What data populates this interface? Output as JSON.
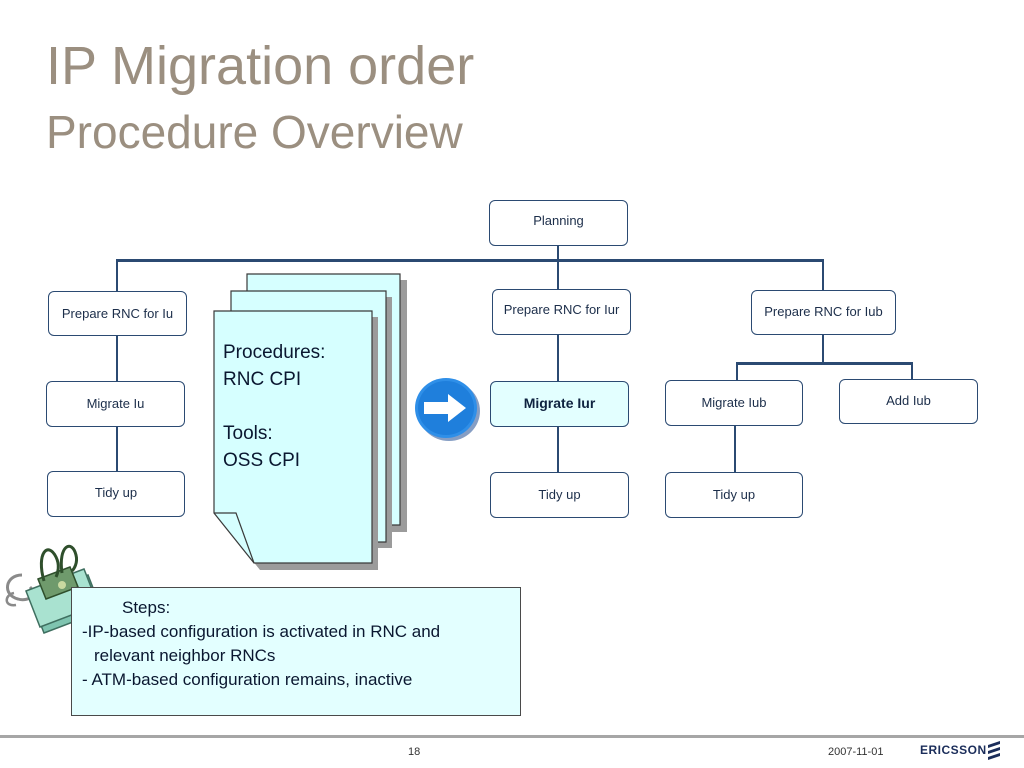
{
  "slide": {
    "title": "IP Migration order",
    "subtitle": "Procedure Overview"
  },
  "diagram": {
    "planning": "Planning",
    "col_iu": {
      "prepare": "Prepare RNC for Iu",
      "migrate": "Migrate Iu",
      "tidy": "Tidy up"
    },
    "col_iur": {
      "prepare": "Prepare RNC for Iur",
      "migrate": "Migrate Iur",
      "tidy": "Tidy up"
    },
    "col_iub": {
      "prepare": "Prepare RNC for Iub",
      "migrate": "Migrate Iub",
      "add": "Add Iub",
      "tidy": "Tidy up"
    },
    "procedures_text": "Procedures:\nRNC CPI\n\nTools:\nOSS CPI",
    "highlight_color": "#e3ffff",
    "line_color": "#2b4a72",
    "icons": [
      "arrow-right-icon",
      "document-stack-icon",
      "paper-clip-icon"
    ]
  },
  "steps": {
    "heading": "Steps:",
    "line1": "-IP-based configuration is activated in RNC and",
    "line2": "relevant neighbor RNCs",
    "line3": "- ATM-based configuration remains, inactive"
  },
  "footer": {
    "page": "18",
    "date": "2007-11-01",
    "brand": "ERICSSON"
  }
}
